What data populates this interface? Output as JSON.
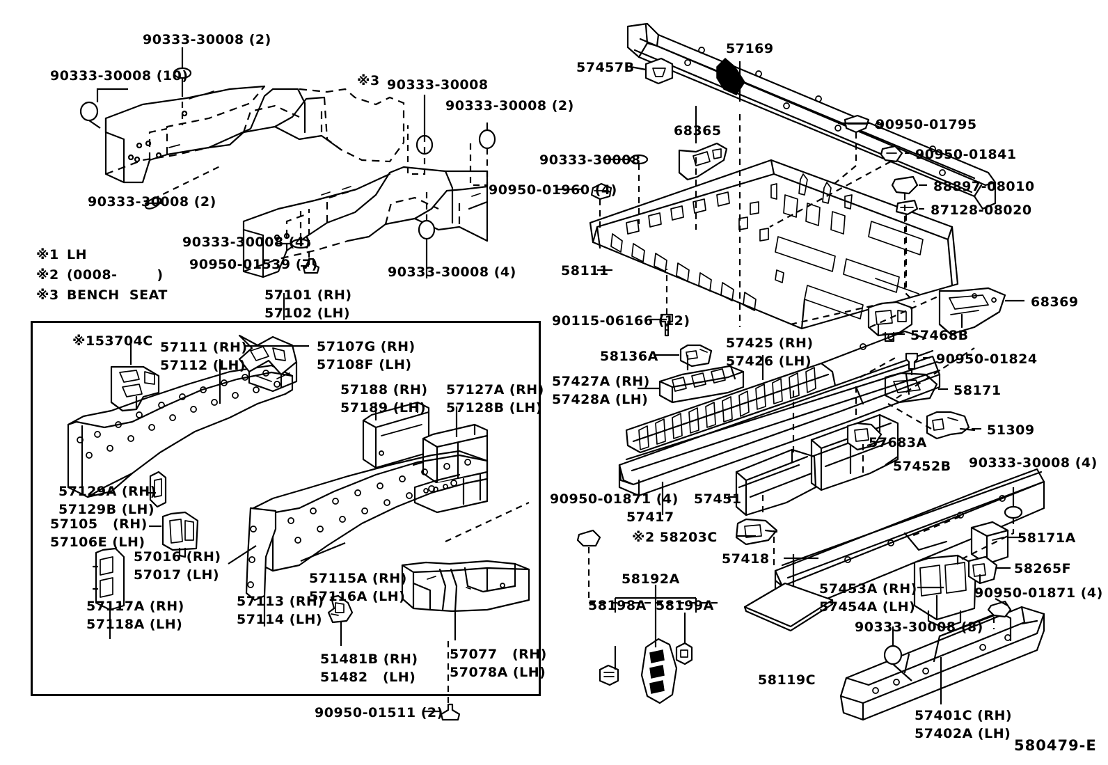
{
  "diagram": {
    "drawing_number": "580479-E",
    "title": "Floor Pan & Lower Body Frame Members"
  },
  "legend": {
    "items": [
      {
        "mark": "※1",
        "text": "LH"
      },
      {
        "mark": "※2",
        "text": "(0008-        )"
      },
      {
        "mark": "※3",
        "text": "BENCH  SEAT"
      }
    ]
  },
  "labels": {
    "l01": "90333-30008 (10)",
    "l02": "90333-30008 (2)",
    "l03": "90333-30008 (2)",
    "l04": "90333-30008 (4)",
    "l05": "90950-01539 (7)",
    "l06": "※3",
    "l07": "90333-30008",
    "l08": "90333-30008 (2)",
    "l09": "90333-30008 (4)",
    "l10": "57101 (RH)\n57102 (LH)",
    "l11": "※153704C",
    "l12": "57111 (RH)\n57112 (LH)",
    "l13": "57107G (RH)\n57108F (LH)",
    "l14": "57188 (RH)\n57189 (LH)",
    "l15": "57127A (RH)\n57128B (LH)",
    "l16": "57129A (RH)\n57129B (LH)",
    "l17": "57105   (RH)\n57106E (LH)",
    "l18": "57016 (RH)\n57017 (LH)",
    "l19": "57117A (RH)\n57118A (LH)",
    "l20": "57113 (RH)\n57114 (LH)",
    "l21": "57115A (RH)\n57116A (LH)",
    "l22": "51481B (RH)\n51482   (LH)",
    "l23": "57077   (RH)\n57078A (LH)",
    "l24": "90950-01511 (2)",
    "l25": "57457B",
    "l26": "57169",
    "l27": "68365",
    "l28": "90333-30008",
    "l29": "90950-01960 (4)",
    "l30": "58111",
    "l31": "90115-06166 (12)",
    "l32": "90950-01795",
    "l33": "90950-01841",
    "l34": "88897-08010",
    "l35": "87128-08020",
    "l36": "68369",
    "l37": "57468B",
    "l38": "90950-01824",
    "l39": "58171",
    "l40": "51309",
    "l41": "58136A",
    "l42": "57427A (RH)\n57428A (LH)",
    "l43": "57425 (RH)\n57426 (LH)",
    "l44": "57683A",
    "l45": "57452B",
    "l46": "57451",
    "l47": "90950-01871 (4)",
    "l48": "57417",
    "l49": "※2 58203C",
    "l50": "57418",
    "l51": "58192A",
    "l52": "58198A",
    "l53": "58199A",
    "l54": "58119C",
    "l55": "57453A (RH)\n57454A (LH)",
    "l56": "90333-30008 (4)",
    "l57": "58171A",
    "l58": "58265F",
    "l59": "90950-01871 (4)",
    "l60": "90333-30008 (8)",
    "l61": "57401C (RH)\n57402A (LH)"
  },
  "colors": {
    "ink": "#000000",
    "paper": "#ffffff"
  }
}
